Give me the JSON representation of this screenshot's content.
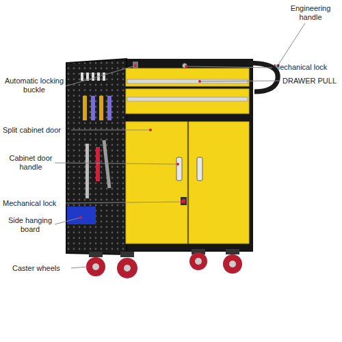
{
  "diagram": {
    "labels": [
      "Engineering handle",
      "Mechanical lock",
      "DRAWER PULL",
      "Automatic locking buckle",
      "Split cabinet door",
      "Cabinet door handle",
      "Mechanical lock",
      "Side hanging board",
      "Caster wheels"
    ]
  }
}
